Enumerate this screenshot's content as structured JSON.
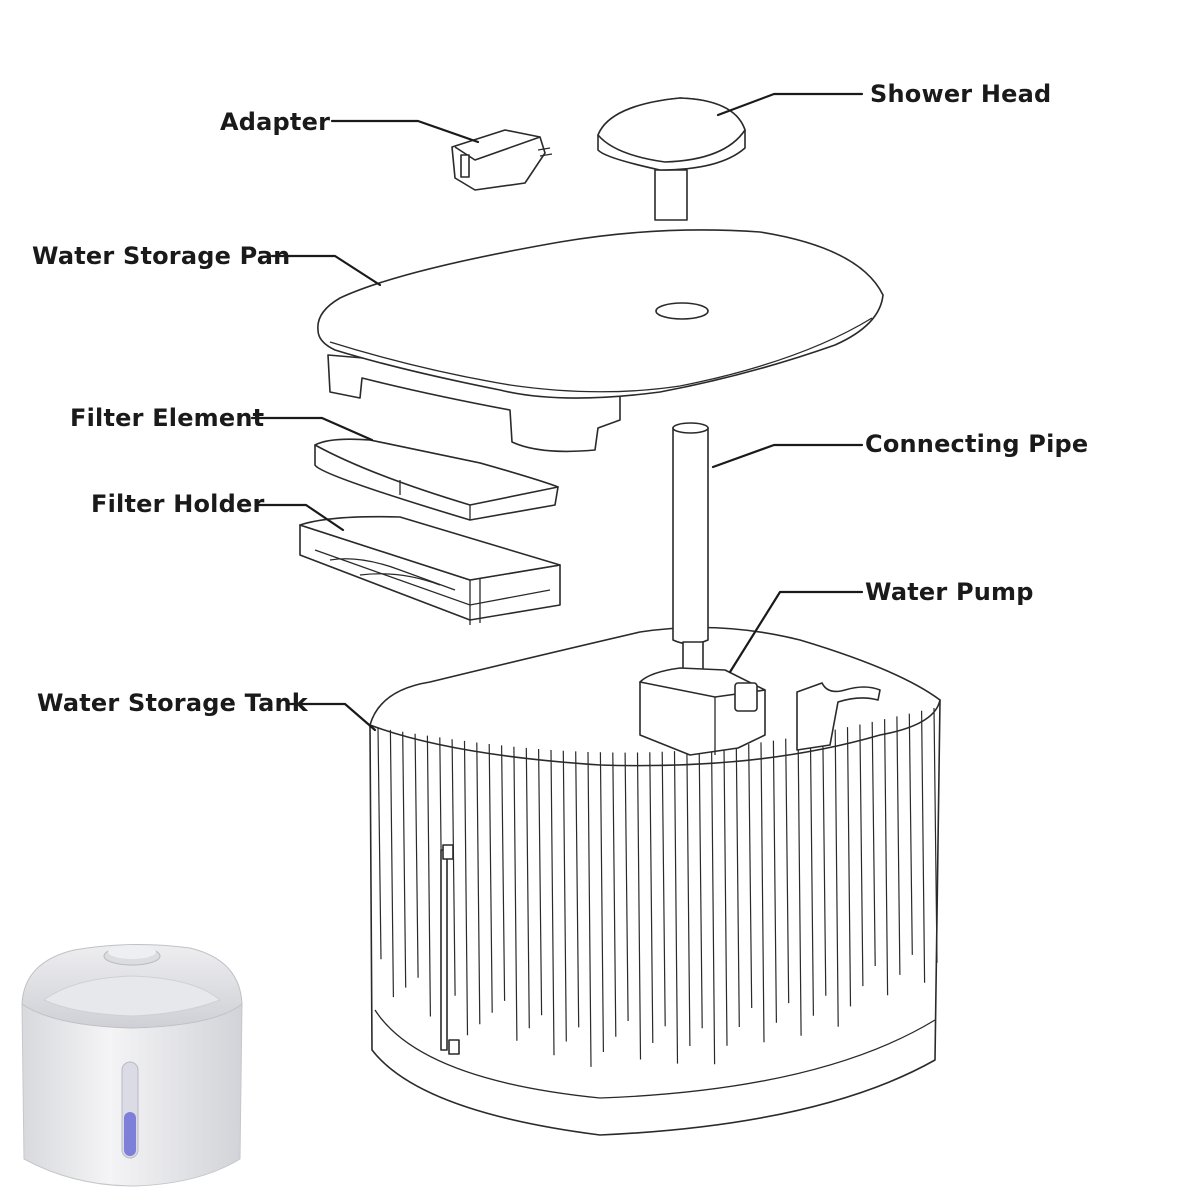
{
  "labels": {
    "adapter": "Adapter",
    "shower_head": "Shower Head",
    "water_storage_pan": "Water Storage Pan",
    "filter_element": "Filter Element",
    "filter_holder": "Filter Holder",
    "connecting_pipe": "Connecting Pipe",
    "water_pump": "Water Pump",
    "water_storage_tank": "Water Storage Tank"
  },
  "colors": {
    "line": "#1a1a1a",
    "product_body": "#f1f1f3",
    "water_window": "#6c6fd6"
  }
}
